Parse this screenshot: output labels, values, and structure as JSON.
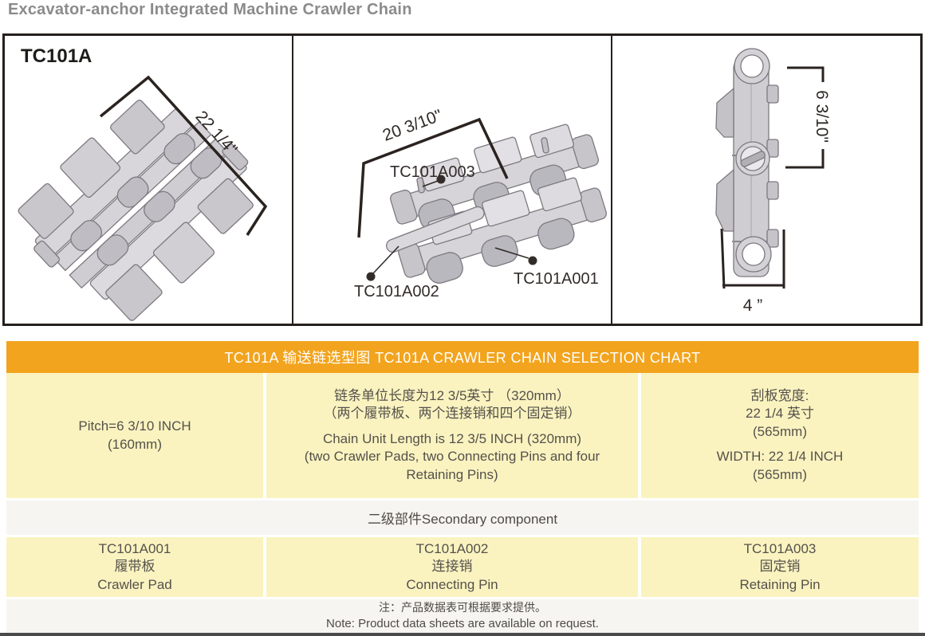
{
  "page": {
    "title": "Excavator-anchor Integrated Machine Crawler Chain"
  },
  "drawings": {
    "model": "TC101A",
    "overview": {
      "width_dim": "22 1/4\""
    },
    "exploded": {
      "length_dim": "20 3/10\"",
      "label_retaining_pin": "TC101A003",
      "label_connecting_pin": "TC101A002",
      "label_crawler_pad": "TC101A001"
    },
    "side": {
      "height_dim": "6 3/10\"",
      "width_dim": "4 ”"
    }
  },
  "chart": {
    "title": "TC101A 输送链选型图 TC101A  CRAWLER CHAIN SELECTION CHART",
    "specs": {
      "pitch": [
        "Pitch=6 3/10 INCH",
        "(160mm)"
      ],
      "unit_length_cn1": "链条单位长度为12 3/5英寸 （320mm）",
      "unit_length_cn2": "（两个履带板、两个连接销和四个固定销）",
      "unit_length_en1": "Chain Unit Length is 12 3/5 INCH   (320mm)",
      "unit_length_en2": "(two Crawler Pads, two Connecting Pins and four",
      "unit_length_en3": "Retaining Pins)",
      "width_cn1": "刮板宽度:",
      "width_cn2": "22 1/4 英寸",
      "width_cn3": "(565mm)",
      "width_en1": "WIDTH: 22 1/4 INCH",
      "width_en2": "(565mm)"
    },
    "secondary_header": "二级部件Secondary component",
    "components": [
      {
        "code": "TC101A001",
        "cn": "履带板",
        "en": "Crawler Pad"
      },
      {
        "code": "TC101A002",
        "cn": "连接销",
        "en": "Connecting Pin"
      },
      {
        "code": "TC101A003",
        "cn": "固定销",
        "en": "Retaining Pin"
      }
    ],
    "note": {
      "cn": "注：产品数据表可根据要求提供。",
      "en": "Note: Product data sheets are available on request."
    }
  },
  "colors": {
    "accent_orange": "#F2A41E",
    "cell_yellow": "#FAF3C0",
    "row_gray": "#F6F5F1"
  }
}
